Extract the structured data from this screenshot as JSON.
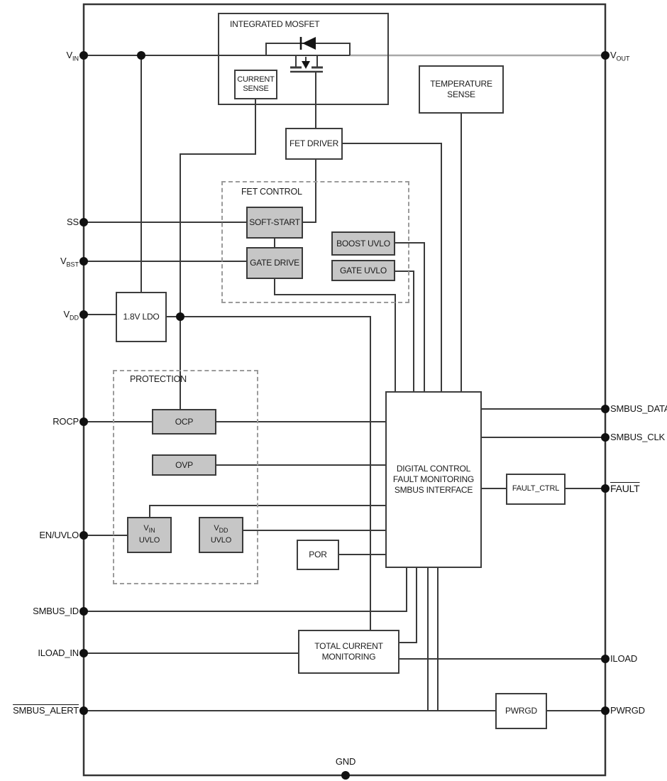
{
  "diagram_type": "IC block diagram",
  "blocks": {
    "integrated_mosfet": {
      "label": "INTEGRATED MOSFET"
    },
    "current_sense": {
      "line1": "CURRENT",
      "line2": "SENSE"
    },
    "temperature_sense": {
      "line1": "TEMPERATURE",
      "line2": "SENSE"
    },
    "fet_driver": {
      "label": "FET DRIVER"
    },
    "fet_control": {
      "label": "FET CONTROL"
    },
    "soft_start": {
      "label": "SOFT-START"
    },
    "gate_drive": {
      "label": "GATE DRIVE"
    },
    "boost_uvlo": {
      "label": "BOOST UVLO"
    },
    "gate_uvlo": {
      "label": "GATE UVLO"
    },
    "ldo": {
      "label": "1.8V LDO"
    },
    "protection": {
      "label": "PROTECTION"
    },
    "ocp": {
      "label": "OCP"
    },
    "ovp": {
      "label": "OVP"
    },
    "vin_uvlo": {
      "base": "V",
      "sub": "IN",
      "line2": "UVLO"
    },
    "vdd_uvlo": {
      "base": "V",
      "sub": "DD",
      "line2": "UVLO"
    },
    "digital_control": {
      "line1": "DIGITAL CONTROL",
      "line2": "FAULT MONITORING",
      "line3": "SMBUS INTERFACE"
    },
    "fault_ctrl": {
      "label": "FAULT_CTRL"
    },
    "por": {
      "label": "POR"
    },
    "total_current_monitoring": {
      "line1": "TOTAL CURRENT",
      "line2": "MONITORING"
    },
    "pwrgd_block": {
      "label": "PWRGD"
    }
  },
  "pins": {
    "vin": {
      "base": "V",
      "sub": "IN"
    },
    "ss": {
      "label": "SS"
    },
    "vbst": {
      "base": "V",
      "sub": "BST"
    },
    "vdd": {
      "base": "V",
      "sub": "DD"
    },
    "rocp": {
      "label": "ROCP"
    },
    "en_uvlo": {
      "label": "EN/UVLO"
    },
    "smbus_id": {
      "label": "SMBUS_ID"
    },
    "iload_in": {
      "label": "ILOAD_IN"
    },
    "smbus_alert": {
      "label": "SMBUS_ALERT"
    },
    "vout": {
      "base": "V",
      "sub": "OUT"
    },
    "smbus_data": {
      "label": "SMBUS_DATA"
    },
    "smbus_clk": {
      "label": "SMBUS_CLK"
    },
    "fault": {
      "label": "FAULT"
    },
    "iload": {
      "label": "ILOAD"
    },
    "pwrgd": {
      "label": "PWRGD"
    },
    "gnd": {
      "label": "GND"
    }
  },
  "colors": {
    "wire": "#3a3a3a",
    "vout_wire_gray": "#a8a8a8",
    "block_fill_gray": "#c6c6c6",
    "dashed_group": "#9b9b9b",
    "text": "#1a1a1a"
  }
}
